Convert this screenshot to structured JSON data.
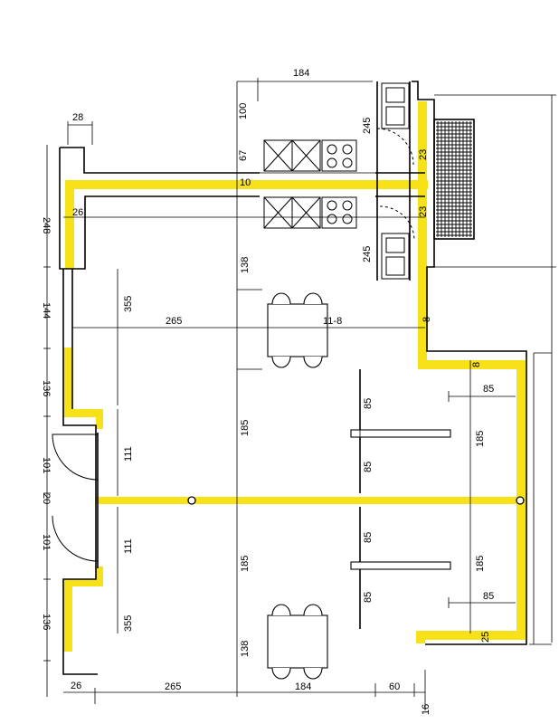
{
  "plan": {
    "colors": {
      "wall": "#000000",
      "highlight": "#f7e219",
      "line": "#000000",
      "paper": "#ffffff"
    },
    "dimensions": {
      "top_184": "184",
      "top_28": "28",
      "v_100": "100",
      "v_245_top": "245",
      "v_67": "67",
      "v_23_a": "23",
      "v_10": "10",
      "v_23_b": "23",
      "left_248": "248",
      "h_26_top": "26",
      "v_245_mid": "245",
      "v_138_top": "138",
      "v_355_top": "355",
      "left_144": "144",
      "h_265_top": "265",
      "table_118": "11-8",
      "v_8_a": "8",
      "v_8_b": "8",
      "left_136_top": "136",
      "h_85_top": "85",
      "v_85_a": "85",
      "v_185_mid": "185",
      "v_185_right_top": "185",
      "v_111_top": "111",
      "v_85_b": "85",
      "left_101_top": "101",
      "left_20": "20",
      "left_101_bot": "101",
      "v_85_c": "85",
      "v_111_bot": "111",
      "v_185_bot": "185",
      "v_185_right_bot": "185",
      "v_85_d": "85",
      "h_85_bot": "85",
      "left_136_bot": "136",
      "v_355_bot": "355",
      "v_25": "25",
      "v_138_bot": "138",
      "h_26_bot": "26",
      "h_265_bot": "265",
      "h_184_bot": "184",
      "h_60": "60",
      "v_16": "16"
    }
  }
}
